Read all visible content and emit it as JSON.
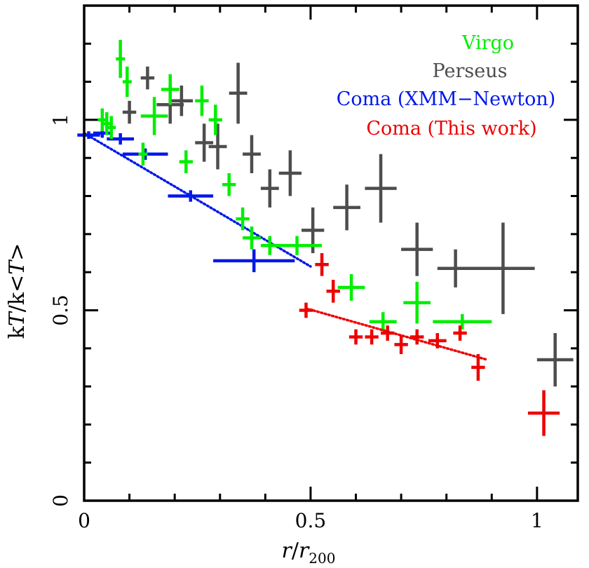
{
  "chart_data": {
    "type": "scatter",
    "xlabel": "r/r200",
    "ylabel": "kT/k<T>",
    "xlim": [
      0,
      1.09
    ],
    "ylim": [
      0,
      1.3
    ],
    "x_ticks": [
      "0",
      "0.5",
      "1"
    ],
    "y_ticks": [
      "0",
      "0.5",
      "1"
    ],
    "grid": false,
    "legend_position": "top-right",
    "legend": [
      "Virgo",
      "Perseus",
      "Coma (XMM−Newton)",
      "Coma (This work)"
    ],
    "series": [
      {
        "name": "Virgo",
        "color": "#00ee00",
        "points": [
          {
            "x": 0.04,
            "y": 1.0,
            "xerr": 0.01,
            "yerr": 0.03
          },
          {
            "x": 0.05,
            "y": 0.99,
            "xerr": 0.01,
            "yerr": 0.03
          },
          {
            "x": 0.06,
            "y": 0.98,
            "xerr": 0.01,
            "yerr": 0.03
          },
          {
            "x": 0.08,
            "y": 1.16,
            "xerr": 0.01,
            "yerr": 0.05
          },
          {
            "x": 0.095,
            "y": 1.1,
            "xerr": 0.01,
            "yerr": 0.04
          },
          {
            "x": 0.13,
            "y": 0.91,
            "xerr": 0.01,
            "yerr": 0.03
          },
          {
            "x": 0.155,
            "y": 1.01,
            "xerr": 0.03,
            "yerr": 0.05
          },
          {
            "x": 0.19,
            "y": 1.08,
            "xerr": 0.02,
            "yerr": 0.04
          },
          {
            "x": 0.225,
            "y": 0.89,
            "xerr": 0.015,
            "yerr": 0.03
          },
          {
            "x": 0.26,
            "y": 1.05,
            "xerr": 0.015,
            "yerr": 0.04
          },
          {
            "x": 0.29,
            "y": 1.0,
            "xerr": 0.015,
            "yerr": 0.04
          },
          {
            "x": 0.32,
            "y": 0.83,
            "xerr": 0.015,
            "yerr": 0.03
          },
          {
            "x": 0.35,
            "y": 0.74,
            "xerr": 0.015,
            "yerr": 0.03
          },
          {
            "x": 0.37,
            "y": 0.69,
            "xerr": 0.02,
            "yerr": 0.03
          },
          {
            "x": 0.41,
            "y": 0.67,
            "xerr": 0.02,
            "yerr": 0.025
          },
          {
            "x": 0.47,
            "y": 0.67,
            "xerr": 0.055,
            "yerr": 0.025
          },
          {
            "x": 0.59,
            "y": 0.56,
            "xerr": 0.03,
            "yerr": 0.035
          },
          {
            "x": 0.66,
            "y": 0.47,
            "xerr": 0.03,
            "yerr": 0.025
          },
          {
            "x": 0.735,
            "y": 0.52,
            "xerr": 0.03,
            "yerr": 0.055
          },
          {
            "x": 0.835,
            "y": 0.47,
            "xerr": 0.065,
            "yerr": 0.02
          }
        ]
      },
      {
        "name": "Perseus",
        "color": "#4d4d4d",
        "points": [
          {
            "x": 0.1,
            "y": 1.02,
            "xerr": 0.015,
            "yerr": 0.03
          },
          {
            "x": 0.14,
            "y": 1.11,
            "xerr": 0.015,
            "yerr": 0.03
          },
          {
            "x": 0.19,
            "y": 1.04,
            "xerr": 0.03,
            "yerr": 0.05
          },
          {
            "x": 0.215,
            "y": 1.05,
            "xerr": 0.025,
            "yerr": 0.04
          },
          {
            "x": 0.265,
            "y": 0.94,
            "xerr": 0.02,
            "yerr": 0.05
          },
          {
            "x": 0.295,
            "y": 0.93,
            "xerr": 0.02,
            "yerr": 0.06
          },
          {
            "x": 0.34,
            "y": 1.07,
            "xerr": 0.02,
            "yerr": 0.08
          },
          {
            "x": 0.37,
            "y": 0.91,
            "xerr": 0.02,
            "yerr": 0.05
          },
          {
            "x": 0.41,
            "y": 0.82,
            "xerr": 0.02,
            "yerr": 0.05
          },
          {
            "x": 0.455,
            "y": 0.86,
            "xerr": 0.025,
            "yerr": 0.06
          },
          {
            "x": 0.505,
            "y": 0.71,
            "xerr": 0.025,
            "yerr": 0.06
          },
          {
            "x": 0.58,
            "y": 0.77,
            "xerr": 0.03,
            "yerr": 0.06
          },
          {
            "x": 0.655,
            "y": 0.82,
            "xerr": 0.035,
            "yerr": 0.09
          },
          {
            "x": 0.735,
            "y": 0.66,
            "xerr": 0.035,
            "yerr": 0.07
          },
          {
            "x": 0.82,
            "y": 0.61,
            "xerr": 0.04,
            "yerr": 0.05
          },
          {
            "x": 0.925,
            "y": 0.61,
            "xerr": 0.07,
            "yerr": 0.12
          },
          {
            "x": 1.04,
            "y": 0.37,
            "xerr": 0.04,
            "yerr": 0.07
          }
        ]
      },
      {
        "name": "Coma (XMM−Newton)",
        "color": "#0018e8",
        "points": [
          {
            "x": 0.01,
            "y": 0.96,
            "xerr": 0.025,
            "yerr": 0.01
          },
          {
            "x": 0.04,
            "y": 0.965,
            "xerr": 0.02,
            "yerr": 0.012
          },
          {
            "x": 0.08,
            "y": 0.95,
            "xerr": 0.03,
            "yerr": 0.015
          },
          {
            "x": 0.135,
            "y": 0.91,
            "xerr": 0.05,
            "yerr": 0.015
          },
          {
            "x": 0.235,
            "y": 0.8,
            "xerr": 0.05,
            "yerr": 0.015
          },
          {
            "x": 0.375,
            "y": 0.63,
            "xerr": 0.09,
            "yerr": 0.03
          }
        ],
        "trend": {
          "x": [
            0.0,
            0.5
          ],
          "y": [
            0.965,
            0.615
          ]
        }
      },
      {
        "name": "Coma (This work)",
        "color": "#ee0000",
        "points": [
          {
            "x": 0.49,
            "y": 0.5,
            "xerr": 0.015,
            "yerr": 0.02
          },
          {
            "x": 0.525,
            "y": 0.62,
            "xerr": 0.015,
            "yerr": 0.03
          },
          {
            "x": 0.55,
            "y": 0.55,
            "xerr": 0.015,
            "yerr": 0.03
          },
          {
            "x": 0.6,
            "y": 0.43,
            "xerr": 0.015,
            "yerr": 0.02
          },
          {
            "x": 0.635,
            "y": 0.43,
            "xerr": 0.015,
            "yerr": 0.02
          },
          {
            "x": 0.67,
            "y": 0.44,
            "xerr": 0.015,
            "yerr": 0.02
          },
          {
            "x": 0.7,
            "y": 0.41,
            "xerr": 0.015,
            "yerr": 0.025
          },
          {
            "x": 0.735,
            "y": 0.43,
            "xerr": 0.015,
            "yerr": 0.02
          },
          {
            "x": 0.78,
            "y": 0.42,
            "xerr": 0.02,
            "yerr": 0.02
          },
          {
            "x": 0.83,
            "y": 0.44,
            "xerr": 0.015,
            "yerr": 0.02
          },
          {
            "x": 0.87,
            "y": 0.35,
            "xerr": 0.015,
            "yerr": 0.035
          },
          {
            "x": 1.015,
            "y": 0.23,
            "xerr": 0.035,
            "yerr": 0.06
          }
        ],
        "trend": {
          "x": [
            0.49,
            0.89
          ],
          "y": [
            0.505,
            0.37
          ]
        }
      }
    ]
  }
}
